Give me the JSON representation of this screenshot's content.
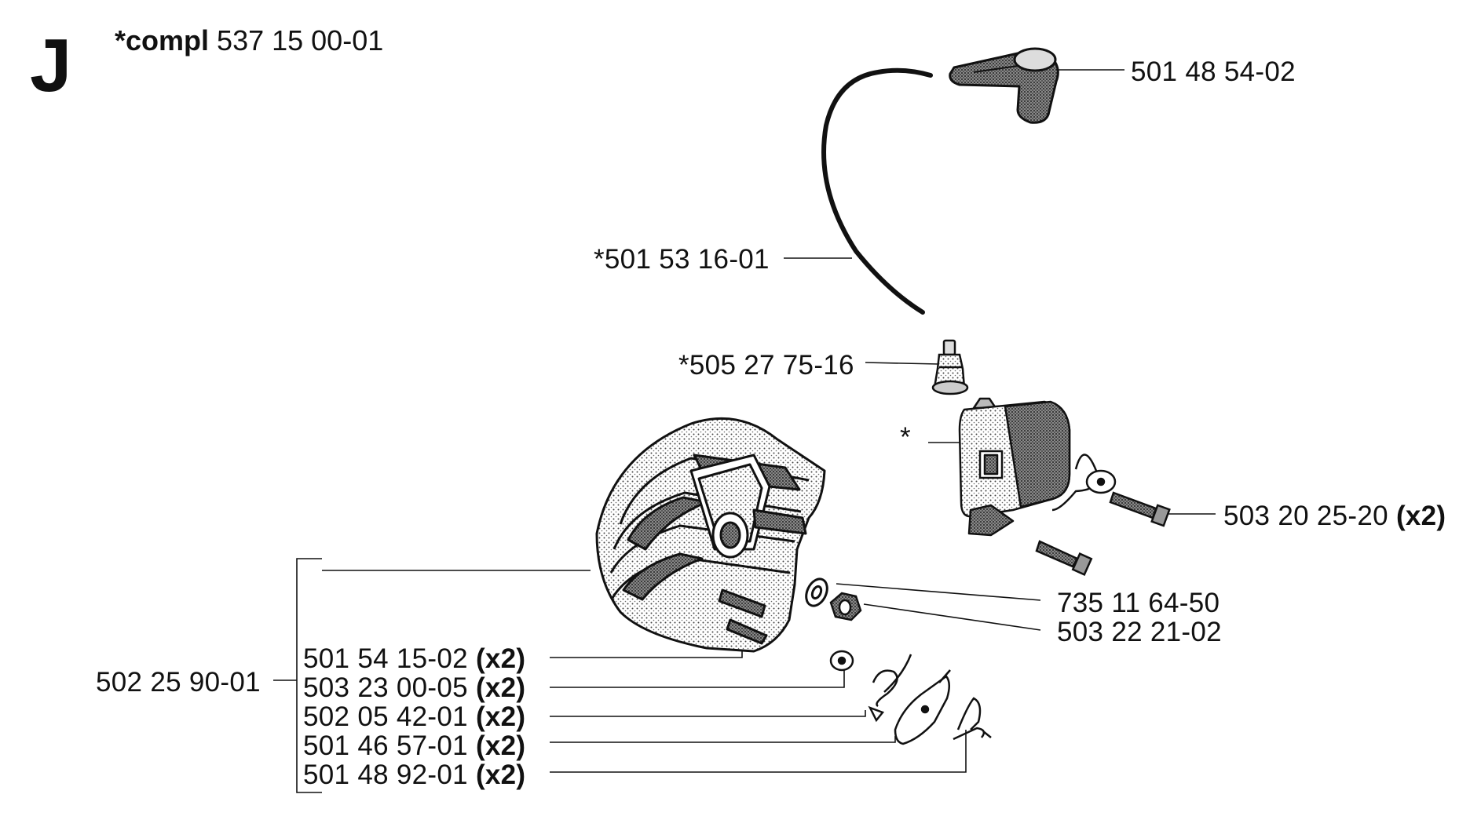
{
  "section_letter": "J",
  "kit": {
    "prefix": "*compl",
    "number": "537 15 00-01"
  },
  "parts": {
    "spark_cap": {
      "number": "501 48 54-02",
      "qty": ""
    },
    "ignition_cable": {
      "number": "*501 53 16-01",
      "qty": ""
    },
    "contact_spring": {
      "number": "*505 27 75-16",
      "qty": ""
    },
    "ignition_module": {
      "number": "*",
      "qty": ""
    },
    "module_screw": {
      "number": "503 20 25-20",
      "qty": "(x2)"
    },
    "washer": {
      "number": "735 11 64-50",
      "qty": ""
    },
    "nut": {
      "number": "503 22 21-02",
      "qty": ""
    },
    "flywheel_group": {
      "number": "502 25 90-01",
      "qty": ""
    },
    "bolt": {
      "number": "501 54 15-02",
      "qty": "(x2)"
    },
    "pawl_washer": {
      "number": "503 23 00-05",
      "qty": "(x2)"
    },
    "spring": {
      "number": "502 05 42-01",
      "qty": "(x2)"
    },
    "pawl": {
      "number": "501 46 57-01",
      "qty": "(x2)"
    },
    "clip": {
      "number": "501 48 92-01",
      "qty": "(x2)"
    }
  }
}
